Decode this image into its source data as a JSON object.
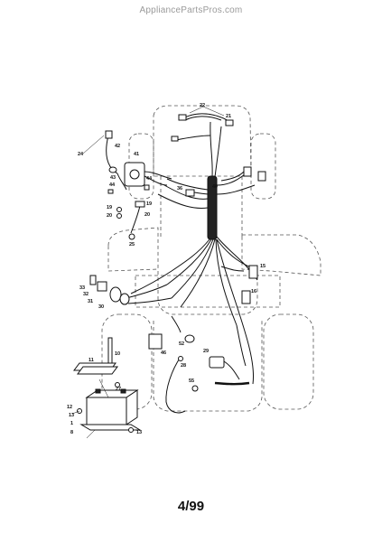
{
  "watermark": "AppliancePartsPros.com",
  "page_number": "4/99",
  "callouts": [
    {
      "id": "c22",
      "label": "22"
    },
    {
      "id": "c21",
      "label": "21"
    },
    {
      "id": "c24",
      "label": "24"
    },
    {
      "id": "c42",
      "label": "42"
    },
    {
      "id": "c41",
      "label": "41"
    },
    {
      "id": "c43",
      "label": "43"
    },
    {
      "id": "c44",
      "label": "44"
    },
    {
      "id": "c44b",
      "label": "44"
    },
    {
      "id": "c36",
      "label": "36"
    },
    {
      "id": "c40",
      "label": "40"
    },
    {
      "id": "c19a",
      "label": "19"
    },
    {
      "id": "c19b",
      "label": "19"
    },
    {
      "id": "c20a",
      "label": "20"
    },
    {
      "id": "c20b",
      "label": "20"
    },
    {
      "id": "c25",
      "label": "25"
    },
    {
      "id": "c15",
      "label": "15"
    },
    {
      "id": "c16",
      "label": "16"
    },
    {
      "id": "c33",
      "label": "33"
    },
    {
      "id": "c32",
      "label": "32"
    },
    {
      "id": "c31",
      "label": "31"
    },
    {
      "id": "c30",
      "label": "30"
    },
    {
      "id": "c52",
      "label": "52"
    },
    {
      "id": "c46",
      "label": "46"
    },
    {
      "id": "c29",
      "label": "29"
    },
    {
      "id": "c28",
      "label": "28"
    },
    {
      "id": "c10",
      "label": "10"
    },
    {
      "id": "c11",
      "label": "11"
    },
    {
      "id": "c55",
      "label": "55"
    },
    {
      "id": "c27",
      "label": "27"
    },
    {
      "id": "c12",
      "label": "12"
    },
    {
      "id": "c13a",
      "label": "13"
    },
    {
      "id": "c13b",
      "label": "13"
    },
    {
      "id": "c1",
      "label": "1"
    },
    {
      "id": "c8",
      "label": "8"
    }
  ]
}
